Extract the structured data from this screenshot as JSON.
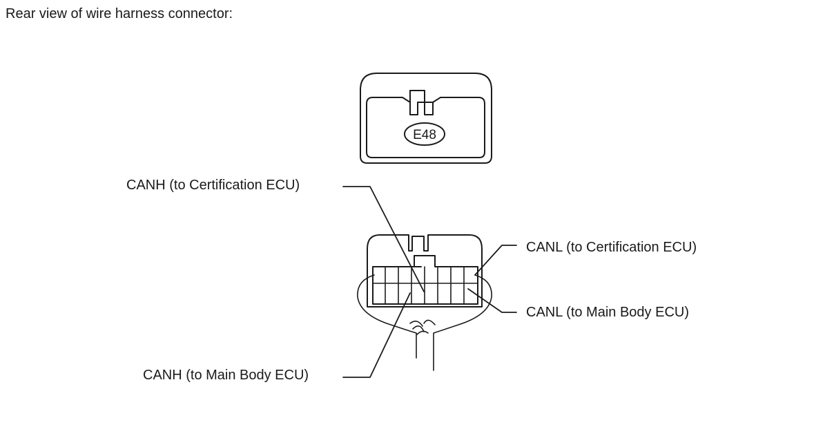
{
  "title": "Rear view of wire harness connector:",
  "connector": {
    "code": "E48"
  },
  "labels": {
    "canh_cert": "CANH (to Certification ECU)",
    "canl_cert": "CANL (to Certification ECU)",
    "canl_main": "CANL (to Main Body ECU)",
    "canh_main": "CANH (to Main Body ECU)"
  }
}
